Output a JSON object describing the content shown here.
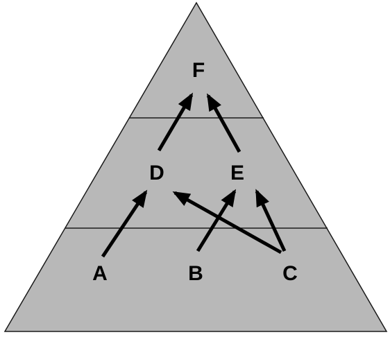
{
  "diagram": {
    "type": "ecological pyramid food web",
    "colors": {
      "pyramid_fill": "#b8b8b8",
      "outline": "#1a1a1a",
      "arrow": "#000000",
      "label": "#000000"
    },
    "levels": 3,
    "nodes": {
      "A": "A",
      "B": "B",
      "C": "C",
      "D": "D",
      "E": "E",
      "F": "F"
    },
    "edges": [
      {
        "from": "A",
        "to": "D"
      },
      {
        "from": "B",
        "to": "E"
      },
      {
        "from": "C",
        "to": "D"
      },
      {
        "from": "C",
        "to": "E"
      },
      {
        "from": "D",
        "to": "F"
      },
      {
        "from": "E",
        "to": "F"
      }
    ]
  }
}
